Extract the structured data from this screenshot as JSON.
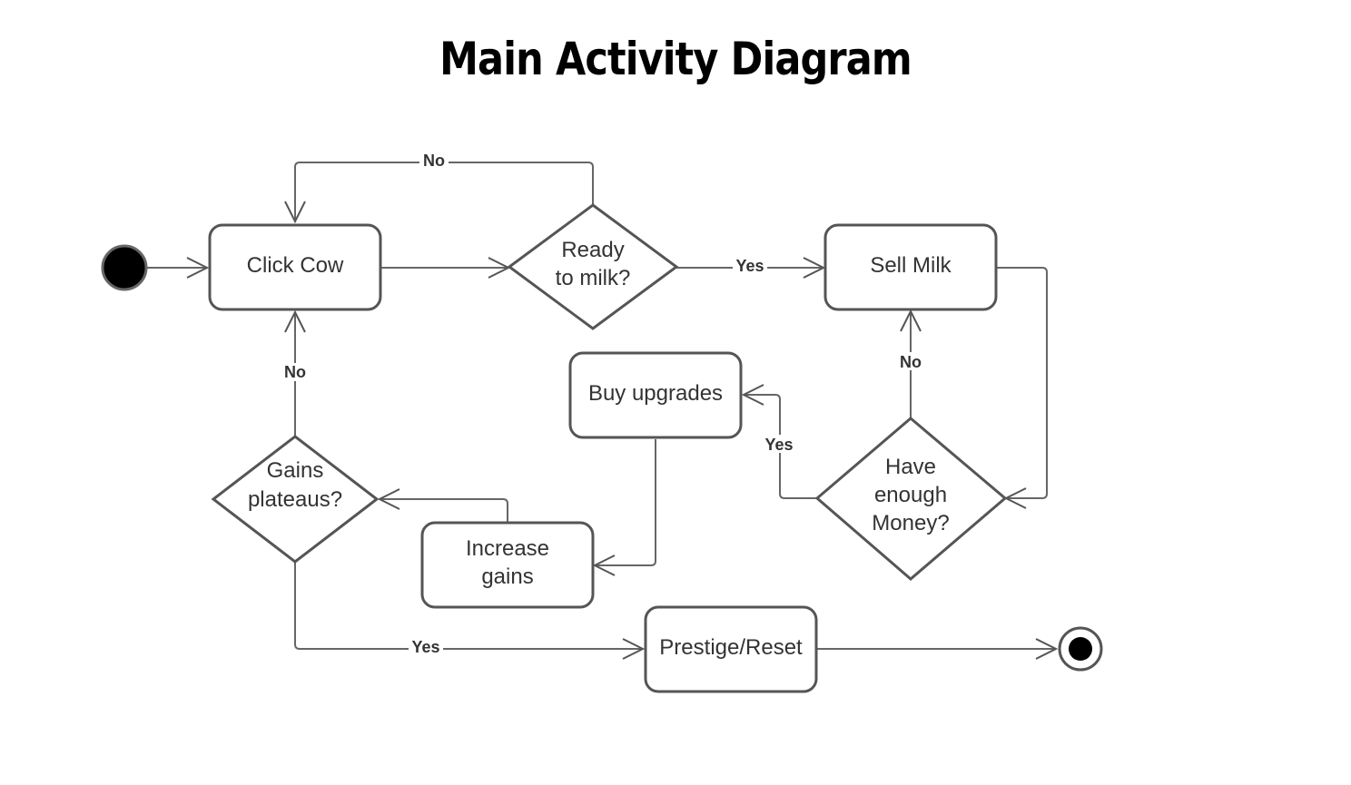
{
  "title": "Main Activity Diagram",
  "nodes": {
    "click_cow": "Click Cow",
    "ready_to_milk": [
      "Ready",
      "to milk?"
    ],
    "sell_milk": "Sell Milk",
    "buy_upgrades": "Buy upgrades",
    "have_enough_money": [
      "Have",
      "enough",
      "Money?"
    ],
    "gains_plateaus": [
      "Gains",
      "plateaus?"
    ],
    "increase_gains": [
      "Increase",
      "gains"
    ],
    "prestige_reset": "Prestige/Reset"
  },
  "edge_labels": {
    "ready_no": "No",
    "ready_yes": "Yes",
    "money_no": "No",
    "money_yes": "Yes",
    "plateau_no": "No",
    "plateau_yes": "Yes"
  }
}
